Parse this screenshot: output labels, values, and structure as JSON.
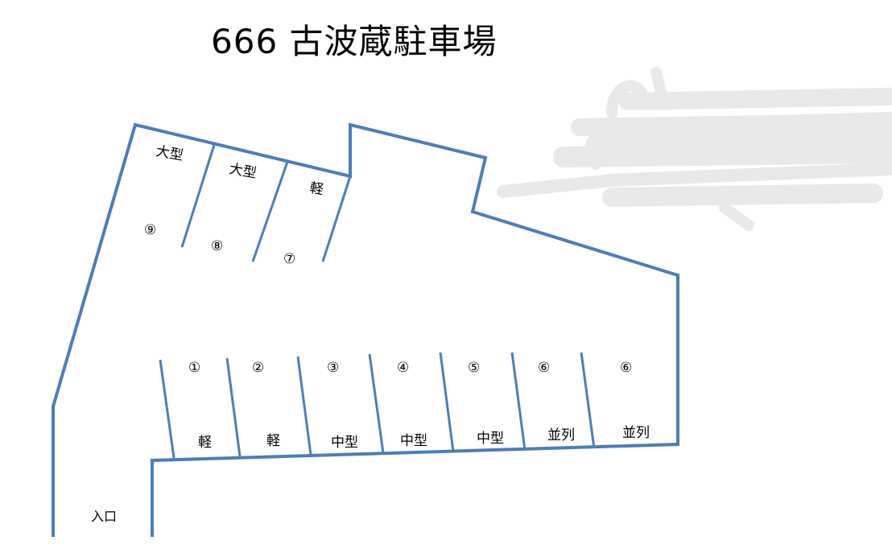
{
  "title": "666 古波蔵駐車場",
  "colors": {
    "outline": "#4a7ebb",
    "redaction": "#e8e8e8",
    "text": "#000000"
  },
  "entrance_label": "入口",
  "upper_spaces": [
    {
      "number": "⑨",
      "type": "大型"
    },
    {
      "number": "⑧",
      "type": "大型"
    },
    {
      "number": "⑦",
      "type": "軽"
    }
  ],
  "lower_spaces": [
    {
      "number": "①",
      "type": "軽"
    },
    {
      "number": "②",
      "type": "軽"
    },
    {
      "number": "③",
      "type": "中型"
    },
    {
      "number": "④",
      "type": "中型"
    },
    {
      "number": "⑤",
      "type": "中型"
    },
    {
      "number": "⑥",
      "type": "並列"
    },
    {
      "number": "⑥",
      "type": "並列"
    }
  ]
}
